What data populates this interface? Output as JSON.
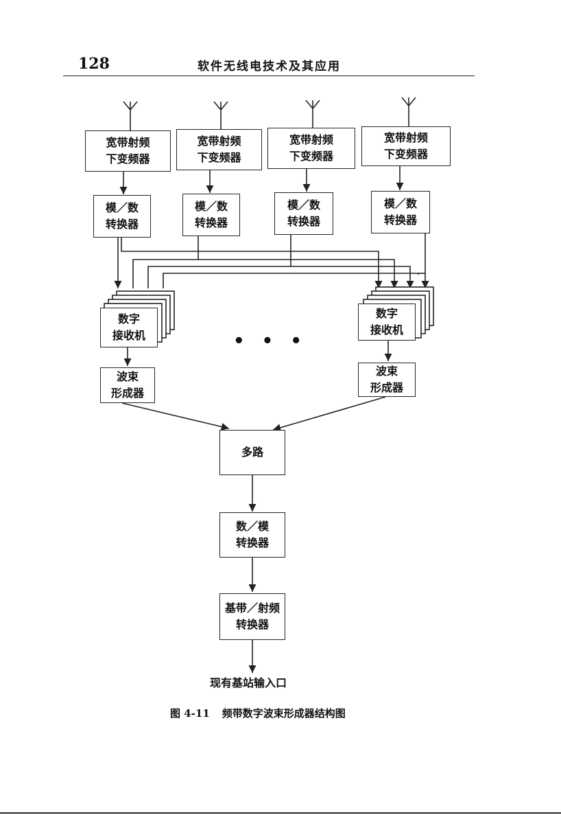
{
  "header": {
    "page_number": "128",
    "title": "软件无线电技术及其应用"
  },
  "diagram": {
    "rf_downconverters": [
      {
        "line1": "宽带射频",
        "line2": "下变频器"
      },
      {
        "line1": "宽带射频",
        "line2": "下变频器"
      },
      {
        "line1": "宽带射频",
        "line2": "下变频器"
      },
      {
        "line1": "宽带射频",
        "line2": "下变频器"
      }
    ],
    "adc_converters": [
      {
        "line1": "模／数",
        "line2": "转换器"
      },
      {
        "line1": "模／数",
        "line2": "转换器"
      },
      {
        "line1": "模／数",
        "line2": "转换器"
      },
      {
        "line1": "模／数",
        "line2": "转换器"
      }
    ],
    "digital_receivers": [
      {
        "line1": "数字",
        "line2": "接收机"
      },
      {
        "line1": "数字",
        "line2": "接收机"
      }
    ],
    "ellipsis": "• • •",
    "beamformers": [
      {
        "line1": "波束",
        "line2": "形成器"
      },
      {
        "line1": "波束",
        "line2": "形成器"
      }
    ],
    "multiplexer": {
      "label": "多路"
    },
    "dac": {
      "line1": "数／模",
      "line2": "转换器"
    },
    "baseband_rf": {
      "line1": "基带／射频",
      "line2": "转换器"
    },
    "output_label": "现有基站输入口"
  },
  "caption": {
    "number": "图 4-11",
    "text": "频带数字波束形成器结构图"
  }
}
